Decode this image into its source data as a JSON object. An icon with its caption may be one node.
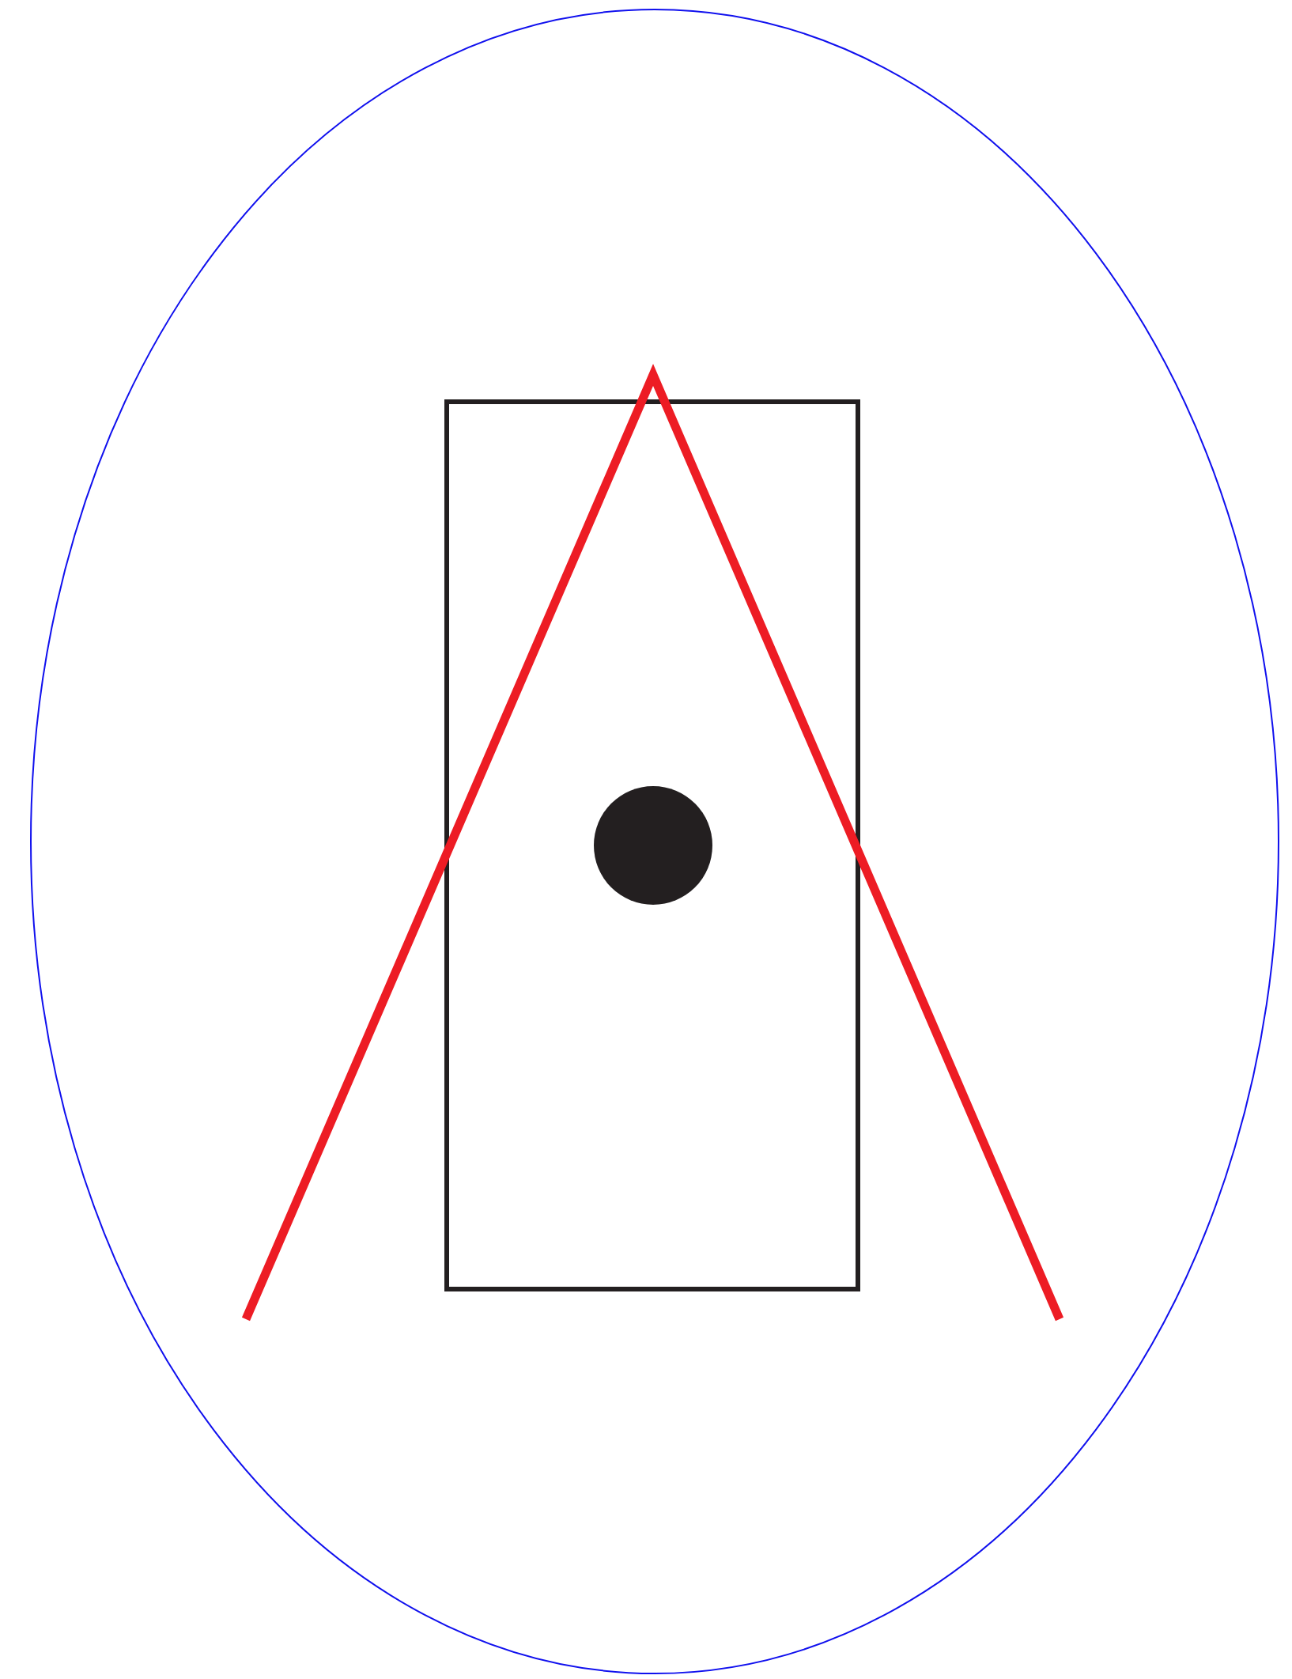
{
  "diagram": {
    "nodes": [
      {
        "text": [],
        "shape": "ellipse"
      },
      {
        "text": [],
        "shape": "box",
        "in": 0
      },
      {
        "text": [],
        "shape": "circle",
        "in": 1
      }
    ]
  }
}
